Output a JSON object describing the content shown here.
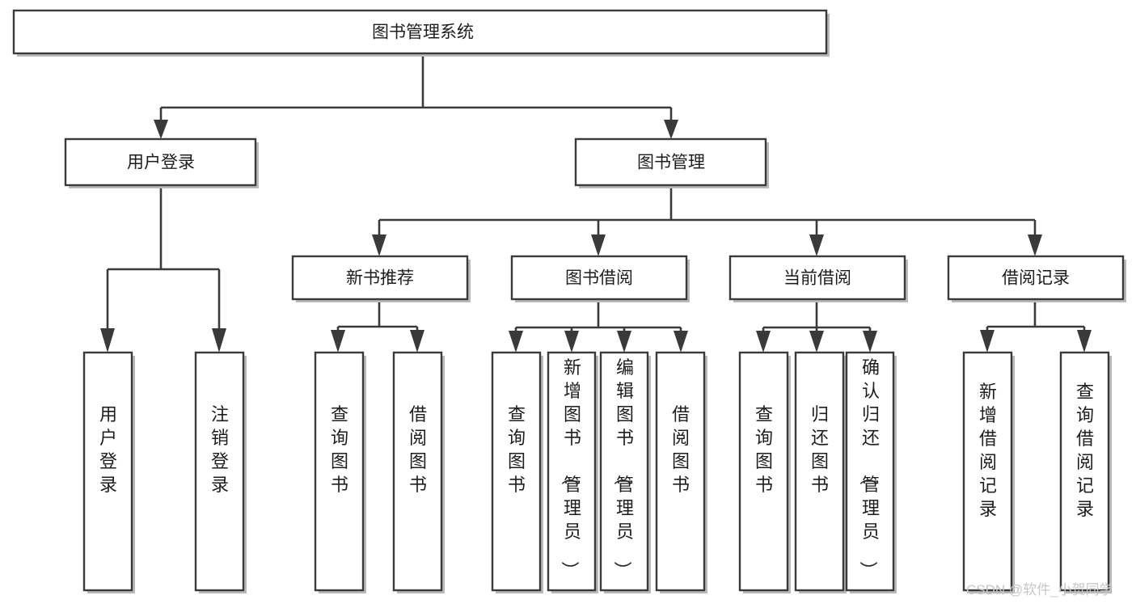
{
  "diagram": {
    "title": "图书管理系统",
    "type": "hierarchy-tree",
    "root": {
      "id": "root",
      "label": "图书管理系统",
      "orientation": "horizontal"
    },
    "level1": [
      {
        "id": "user-login",
        "label": "用户登录",
        "orientation": "horizontal"
      },
      {
        "id": "book-management",
        "label": "图书管理",
        "orientation": "horizontal"
      }
    ],
    "level2": [
      {
        "id": "new-book-recommend",
        "label": "新书推荐",
        "orientation": "horizontal",
        "parent": "book-management"
      },
      {
        "id": "book-borrow",
        "label": "图书借阅",
        "orientation": "horizontal",
        "parent": "book-management"
      },
      {
        "id": "current-borrow",
        "label": "当前借阅",
        "orientation": "horizontal",
        "parent": "book-management"
      },
      {
        "id": "borrow-record",
        "label": "借阅记录",
        "orientation": "horizontal",
        "parent": "book-management"
      }
    ],
    "leaves": [
      {
        "id": "leaf-user-login",
        "label": "用户登录",
        "orientation": "vertical",
        "parent": "user-login"
      },
      {
        "id": "leaf-logout",
        "label": "注销登录",
        "orientation": "vertical",
        "parent": "user-login"
      },
      {
        "id": "leaf-query-book-1",
        "label": "查询图书",
        "orientation": "vertical",
        "parent": "new-book-recommend"
      },
      {
        "id": "leaf-borrow-book-1",
        "label": "借阅图书",
        "orientation": "vertical",
        "parent": "new-book-recommend"
      },
      {
        "id": "leaf-query-book-2",
        "label": "查询图书",
        "orientation": "vertical",
        "parent": "book-borrow"
      },
      {
        "id": "leaf-add-book",
        "label": "新增图书（管理员）",
        "orientation": "vertical",
        "parent": "book-borrow"
      },
      {
        "id": "leaf-edit-book",
        "label": "编辑图书（管理员）",
        "orientation": "vertical",
        "parent": "book-borrow"
      },
      {
        "id": "leaf-borrow-book-2",
        "label": "借阅图书",
        "orientation": "vertical",
        "parent": "book-borrow"
      },
      {
        "id": "leaf-query-book-3",
        "label": "查询图书",
        "orientation": "vertical",
        "parent": "current-borrow"
      },
      {
        "id": "leaf-return-book",
        "label": "归还图书",
        "orientation": "vertical",
        "parent": "current-borrow"
      },
      {
        "id": "leaf-confirm-return",
        "label": "确认归还（管理员）",
        "orientation": "vertical",
        "parent": "current-borrow"
      },
      {
        "id": "leaf-add-record",
        "label": "新增借阅记录",
        "orientation": "vertical",
        "parent": "borrow-record"
      },
      {
        "id": "leaf-query-record",
        "label": "查询借阅记录",
        "orientation": "vertical",
        "parent": "borrow-record"
      }
    ]
  },
  "watermark": {
    "text": "CSDN @软件_小贺同学"
  },
  "colors": {
    "background": "#ffffff",
    "box_fill": "#ffffff",
    "box_stroke": "#3a3a3a",
    "connector": "#3a3a3a",
    "text": "#1d1d1d",
    "watermark": "#c6c6c6"
  }
}
